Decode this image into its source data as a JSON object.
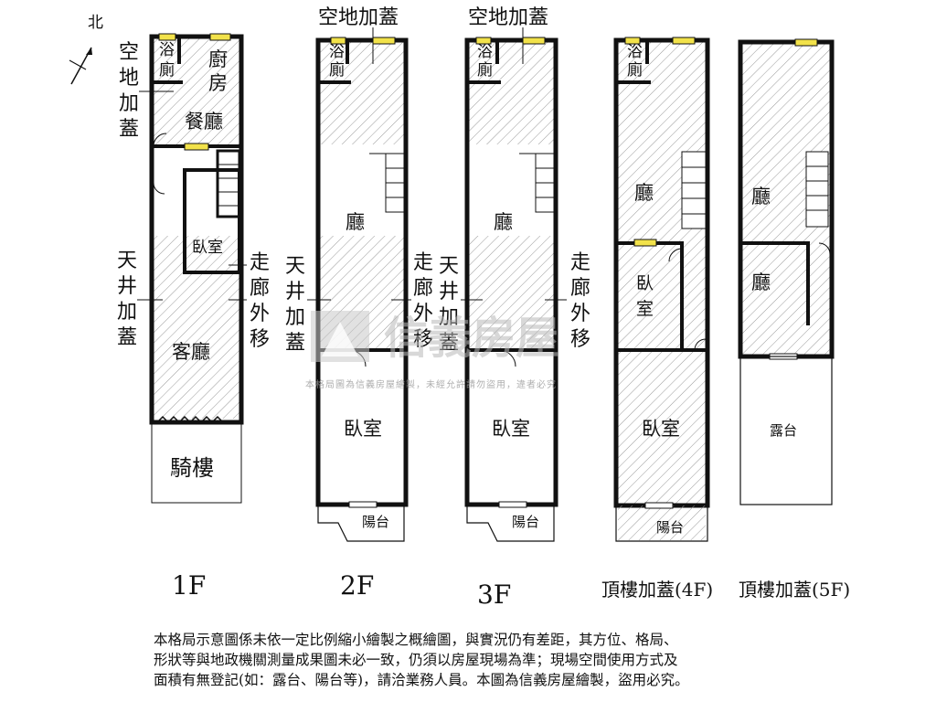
{
  "compass": {
    "label": "北"
  },
  "floors": {
    "f1": {
      "label": "1F",
      "rooms": {
        "bath": "浴廁",
        "kitchen": "廚房",
        "dining": "餐廳",
        "bedroom": "臥室",
        "living": "客廳",
        "arcade": "騎樓"
      },
      "notes": {
        "left_top": "空地加蓋",
        "left_bottom": "天井加蓋",
        "right": "走廊外移"
      }
    },
    "f2": {
      "label": "2F",
      "rooms": {
        "bath": "浴廁",
        "hall": "廳",
        "bedroom": "臥室",
        "balcony": "陽台"
      },
      "notes": {
        "top": "空地加蓋",
        "left": "天井加蓋",
        "right": "走廊外移"
      }
    },
    "f3": {
      "label": "3F",
      "rooms": {
        "bath": "浴廁",
        "hall": "廳",
        "bedroom": "臥室",
        "balcony": "陽台"
      },
      "notes": {
        "top": "空地加蓋",
        "left": "天井加蓋",
        "right": "走廊外移"
      }
    },
    "f4": {
      "label": "頂樓加蓋(4F)",
      "rooms": {
        "bath": "浴廁",
        "hall": "廳",
        "bedroom_a": "臥室",
        "bedroom_b": "臥室",
        "balcony": "陽台"
      }
    },
    "f5": {
      "label": "頂樓加蓋(5F)",
      "rooms": {
        "hall_a": "廳",
        "hall_b": "廳",
        "terrace": "露台"
      }
    }
  },
  "watermark": {
    "brand": "信義房屋",
    "notice": "本格局圖為信義房屋繪製，未經允許請勿盜用，違者必究"
  },
  "disclaimer": {
    "line1": "本格局示意圖係未依一定比例縮小繪製之概繪圖，與實況仍有差距，其方位、格局、",
    "line2": "形狀等與地政機關測量成果圖未必一致，仍須以房屋現場為準；現場空間使用方式及",
    "line3": "面積有無登記(如：露台、陽台等)，請洽業務人員。本圖為信義房屋繪製，盜用必究。"
  },
  "colors": {
    "wall": "#111111",
    "hatch": "#9a9a9a",
    "window": "#f2e24a",
    "watermark": "#b9b9b9"
  }
}
